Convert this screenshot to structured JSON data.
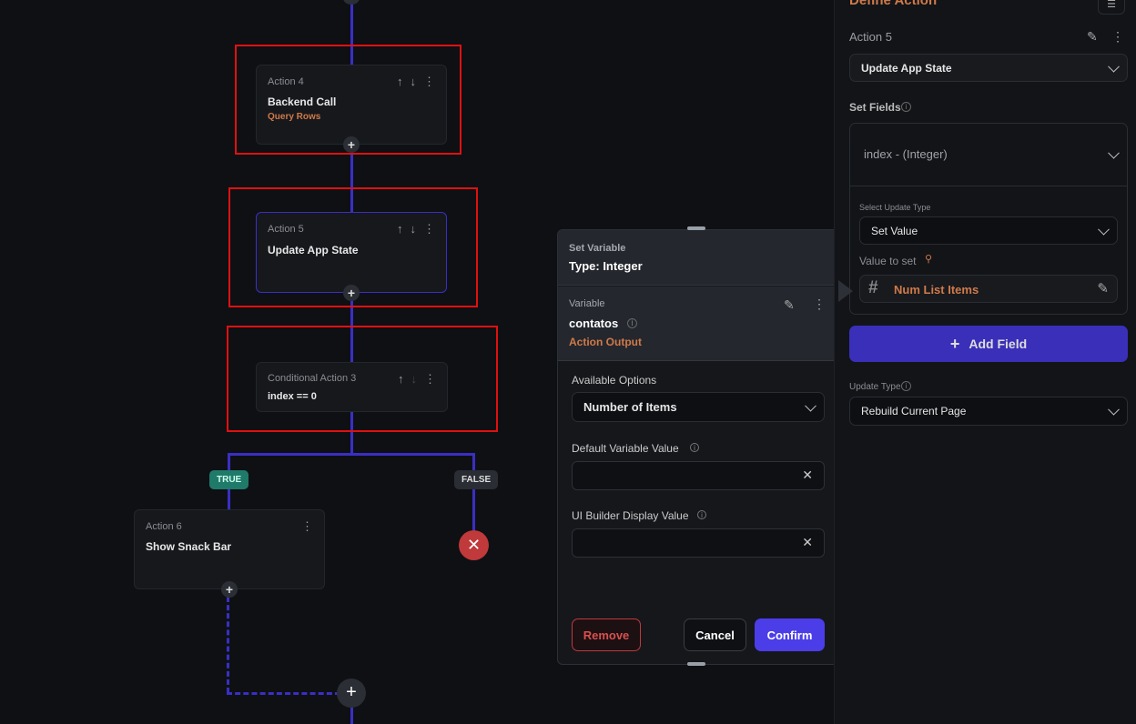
{
  "flow": {
    "action4": {
      "label": "Action 4",
      "title": "Backend Call",
      "subtitle": "Query Rows"
    },
    "action5": {
      "label": "Action 5",
      "title": "Update App State"
    },
    "cond3": {
      "label": "Conditional Action 3",
      "title": "index == 0"
    },
    "true_label": "TRUE",
    "false_label": "FALSE",
    "action6": {
      "label": "Action 6",
      "title": "Show Snack Bar"
    }
  },
  "popup": {
    "header_label": "Set Variable",
    "header_type": "Type: Integer",
    "variable_label": "Variable",
    "variable_name": "contatos",
    "variable_source": "Action Output",
    "available_options_label": "Available Options",
    "available_options_value": "Number of Items",
    "default_label": "Default Variable Value",
    "default_value": "",
    "display_label": "UI Builder Display Value",
    "display_value": "",
    "remove": "Remove",
    "cancel": "Cancel",
    "confirm": "Confirm"
  },
  "panel": {
    "title": "Define Action",
    "action_label": "Action 5",
    "action_type": "Update App State",
    "set_fields": "Set Fields",
    "field_name": "index - (Integer)",
    "select_update_type_label": "Select Update Type",
    "select_update_type": "Set Value",
    "value_to_set_label": "Value to set",
    "value_to_set": "Num List Items",
    "add_field": "Add Field",
    "update_type_label": "Update Type",
    "update_type": "Rebuild Current Page"
  },
  "colors": {
    "accent": "#3a2fc4",
    "orange": "#d07a4a",
    "true": "#1f7a6a",
    "danger": "#c0393b"
  }
}
